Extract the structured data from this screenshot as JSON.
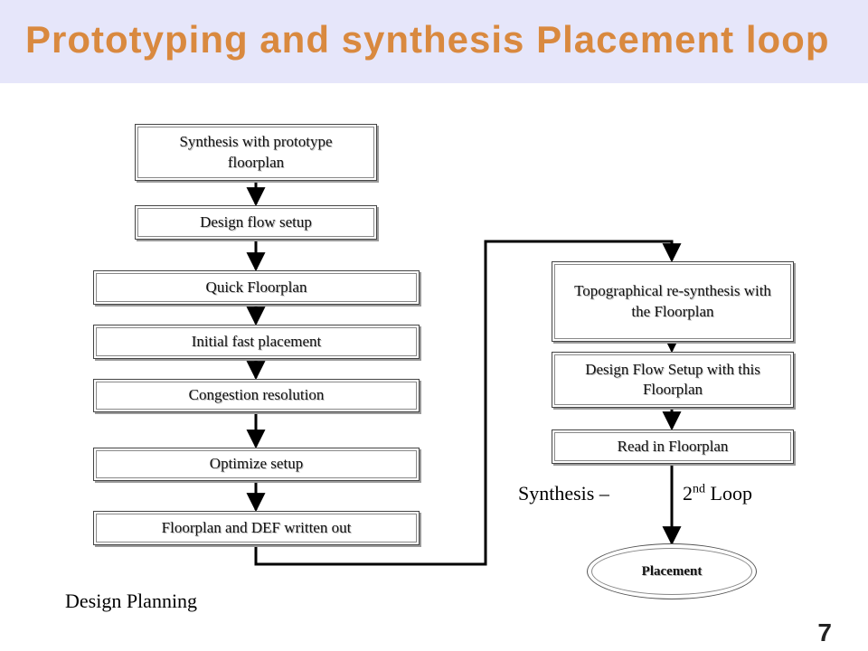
{
  "slide": {
    "title": "Prototyping and synthesis Placement loop",
    "page_number": "7"
  },
  "left_flow": {
    "caption": "Design Planning",
    "steps": [
      "Synthesis  with prototype floorplan",
      "Design  flow setup",
      "Quick Floorplan",
      "Initial  fast placement",
      "Congestion resolution",
      "Optimize setup",
      "Floorplan and DEF written out"
    ]
  },
  "right_flow": {
    "caption_prefix": "Synthesis –",
    "caption_num": "2",
    "caption_sup": "nd",
    "caption_suffix": " Loop",
    "steps": [
      "Topographical  re-synthesis with the Floorplan",
      "Design Flow Setup with this Floorplan",
      "Read in Floorplan"
    ],
    "end": "Placement"
  }
}
